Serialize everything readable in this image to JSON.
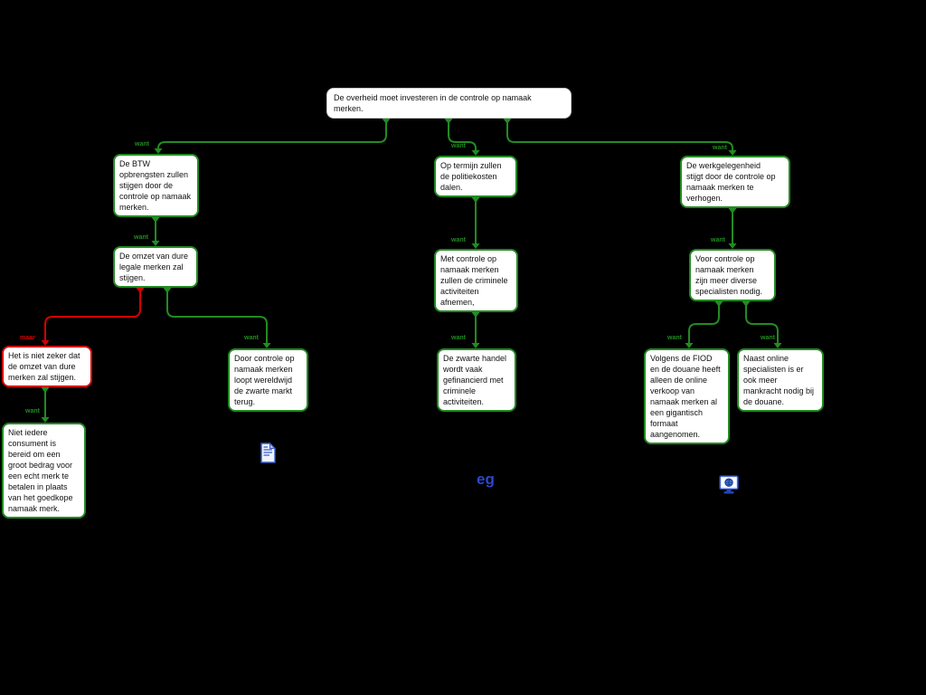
{
  "palette": {
    "background": "#000000",
    "box_fill": "#ffffff",
    "green": "#228B22",
    "red": "#d40000",
    "link_blue": "#2b47d0"
  },
  "nodes": {
    "root": {
      "text": "De overheid moet investeren in de controle op namaak\nmerken."
    },
    "btw": {
      "text": "De BTW\nopbrengsten zullen\nstijgen door de\ncontrole op namaak\nmerken."
    },
    "politiekosten": {
      "text": "Op termijn zullen\nde politiekosten\ndalen."
    },
    "werkgelegenheid": {
      "text": "De werkgelegenheid\nstijgt door de controle op\nnamaak merken te\nverhogen."
    },
    "omzet": {
      "text": "De omzet van dure\nlegale merken zal\nstijgen."
    },
    "criminele": {
      "text": "Met controle op\nnamaak merken\nzullen de criminele\nactiviteiten\nafnemen,"
    },
    "specialisten": {
      "text": "Voor controle op\nnamaak merken\nzijn meer diverse\nspecialisten nodig."
    },
    "nietzeker": {
      "text": "Het is niet zeker dat\nde omzet van dure\nmerken zal stijgen."
    },
    "doorcontrole": {
      "text": "Door controle op\nnamaak merken\nloopt wereldwijd\nde zwarte markt\nterug."
    },
    "zwartehandel": {
      "text": "De zwarte handel\nwordt vaak\ngefinancierd met\ncriminele\nactiviteiten."
    },
    "fiod": {
      "text": "Volgens de FIOD\nen de douane heeft\nalleen de online\nverkoop van\nnamaak merken al\neen gigantisch\nformaat\naangenomen."
    },
    "naastonline": {
      "text": "Naast online\nspecialisten is er\nook meer\nmankracht nodig bij\nde douane."
    },
    "consument": {
      "text": "Niet iedere\nconsument is\nbereid om een\ngroot bedrag voor\neen echt merk te\nbetalen in plaats\nvan het goedkope\nnamaak merk."
    }
  },
  "connector_labels": {
    "want": "want",
    "maar": "maar"
  },
  "attachments": {
    "link_text": "eg",
    "document_icon": "document-icon",
    "monitor_icon": "internet-monitor-icon"
  }
}
